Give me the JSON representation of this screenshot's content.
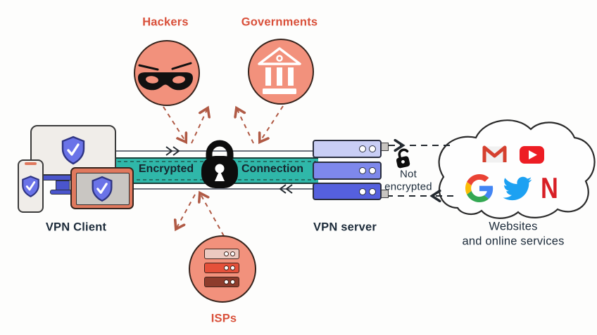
{
  "threats": {
    "hackers": {
      "label": "Hackers"
    },
    "governments": {
      "label": "Governments"
    },
    "isps": {
      "label": "ISPs"
    }
  },
  "client": {
    "label": "VPN Client"
  },
  "server": {
    "label": "VPN server"
  },
  "tunnel": {
    "word_left": "Encrypted",
    "word_right": "Connection"
  },
  "unencrypted": {
    "line1": "Not",
    "line2": "encrypted"
  },
  "cloud": {
    "line1": "Websites",
    "line2": "and online services",
    "services": [
      "Gmail",
      "YouTube",
      "Google",
      "Twitter",
      "Netflix"
    ]
  },
  "theme": {
    "salmon": "#F2917C",
    "accent_red": "#D9503A",
    "navy": "#1C2B3A",
    "teal": "#2FB7A9",
    "arrow": "#B05A45",
    "server_blue_1": "#C9CEF5",
    "server_blue_2": "#7E88EC",
    "server_blue_3": "#5560DE",
    "isp_bar_1": "#EBC9C0",
    "isp_bar_2": "#E5503A",
    "isp_bar_3": "#8E3C2C",
    "shield_blue": "#6A73E8",
    "tablet_orange": "#E0795E",
    "gmail_red": "#D5402F",
    "youtube_red": "#ED1D24",
    "twitter_blue": "#1DA1F2",
    "netflix_red": "#D81F26",
    "google_red": "#EA4335",
    "google_yellow": "#FBBC05",
    "google_green": "#34A853",
    "google_blue": "#4285F4"
  }
}
